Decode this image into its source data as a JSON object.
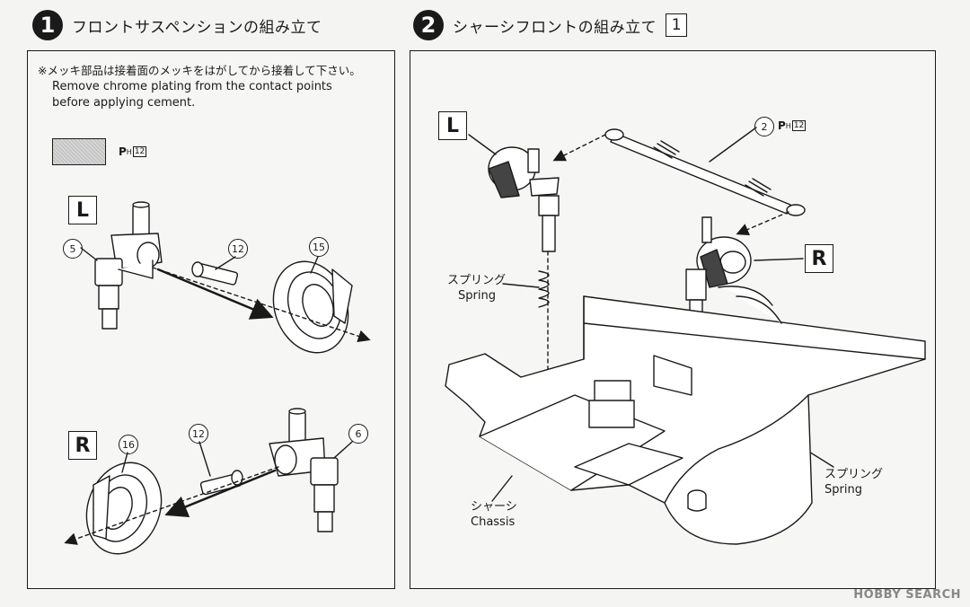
{
  "step1": {
    "number": "1",
    "title": "フロントサスペンションの組み立て",
    "note_jp": "※メッキ部品は接着面のメッキをはがしてから接着して下さい。",
    "note_en_1": "Remove chrome plating from the contact points",
    "note_en_2": "before applying cement.",
    "legend_ref": {
      "p": "P",
      "h": "H",
      "n": "12"
    },
    "left_tag": "L",
    "right_tag": "R",
    "callouts_left": [
      "5",
      "12",
      "15"
    ],
    "callouts_right": [
      "16",
      "12",
      "6"
    ]
  },
  "step2": {
    "number": "2",
    "title": "シャーシフロントの組み立て",
    "sub_number": "1",
    "left_tag": "L",
    "right_tag": "R",
    "part_callout": "2",
    "part_ref": {
      "p": "P",
      "h": "H",
      "n": "12"
    },
    "spring_left_jp": "スプリング",
    "spring_left_en": "Spring",
    "spring_right_jp": "スプリング",
    "spring_right_en": "Spring",
    "chassis_jp": "シャーシ",
    "chassis_en": "Chassis"
  },
  "watermark": "HOBBY SEARCH",
  "colors": {
    "ink": "#1a1a1a",
    "paper": "#f4f4f2",
    "plating": "#c8c8c8"
  }
}
